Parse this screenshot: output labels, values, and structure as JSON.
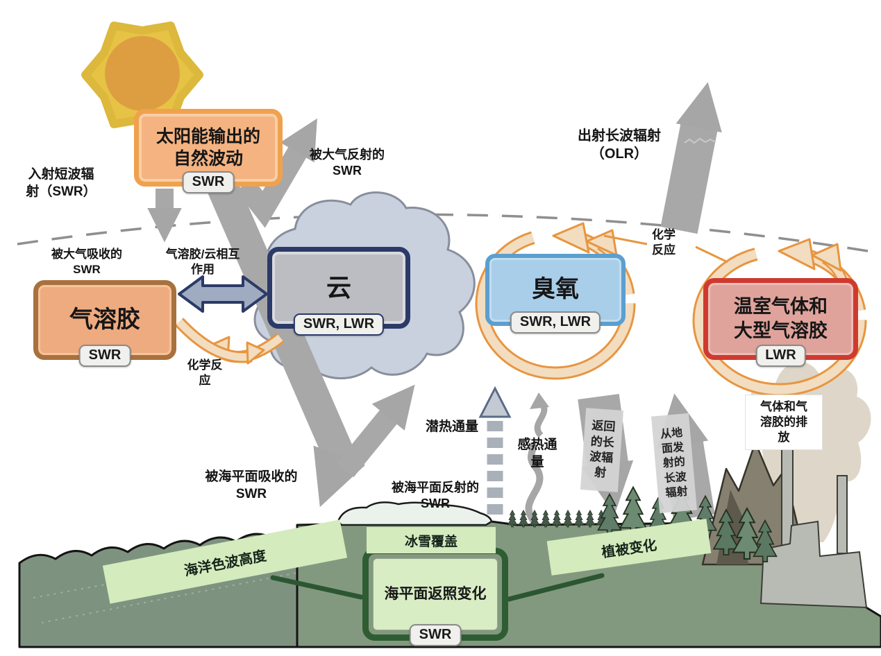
{
  "boxes": {
    "solar": {
      "title": "太阳能输出的\n自然波动",
      "tag": "SWR"
    },
    "aerosol": {
      "title": "气溶胶",
      "tag": "SWR"
    },
    "cloud": {
      "title": "云",
      "tag": "SWR, LWR"
    },
    "ozone": {
      "title": "臭氧",
      "tag": "SWR, LWR"
    },
    "ghg": {
      "title": "温室气体和\n大型气溶胶",
      "tag": "LWR"
    },
    "albedo": {
      "title": "海平面返照变化",
      "tag": "SWR"
    }
  },
  "notes": {
    "incoming_swr": "入射短波辐\n射（SWR）",
    "reflected_atm_swr": "被大气反射的\nSWR",
    "olr": "出射长波辐射\n（OLR）",
    "absorbed_atm_swr": "被大气吸收的\nSWR",
    "aerosol_cloud_interaction": "气溶胶/云相互\n作用",
    "chemical_reaction_left": "化学反\n应",
    "chemical_reaction_right": "化学\n反应",
    "latent_heat_flux": "潜热通量",
    "sensible_heat_flux": "感热通\n量",
    "back_lwr": "返回\n的长\n波辐\n射",
    "surface_lwr": "从地\n面发\n射的\n长波\n辐射",
    "emissions": "气体和气\n溶胶的排\n放",
    "absorbed_sea_swr": "被海平面吸收的\nSWR",
    "reflected_sea_swr": "被海平面反射的\nSWR"
  },
  "surface_labels": {
    "ocean_wave": "海洋色波高度",
    "ice_cover": "冰雪覆盖",
    "vegetation": "植被变化"
  },
  "colors": {
    "solar_border": "#f0a14e",
    "solar_fill": "#f4b381",
    "aerosol_border": "#a9713d",
    "aerosol_fill": "#efab80",
    "cloud_border": "#2b3a67",
    "cloud_fill": "#bcbdc2",
    "ozone_border": "#5b9fd0",
    "ozone_fill": "#a9cee9",
    "ghg_border": "#cf3a30",
    "ghg_fill": "#e0a39b",
    "albedo_border": "#2f5d33",
    "albedo_fill": "#d8edc4",
    "label_green": "#d4ebbd",
    "land_green": "#83997f",
    "arrow_gray": "#a6a6a6",
    "cycle_orange": "#e8953f",
    "cycle_fill": "#f2ddc0"
  }
}
